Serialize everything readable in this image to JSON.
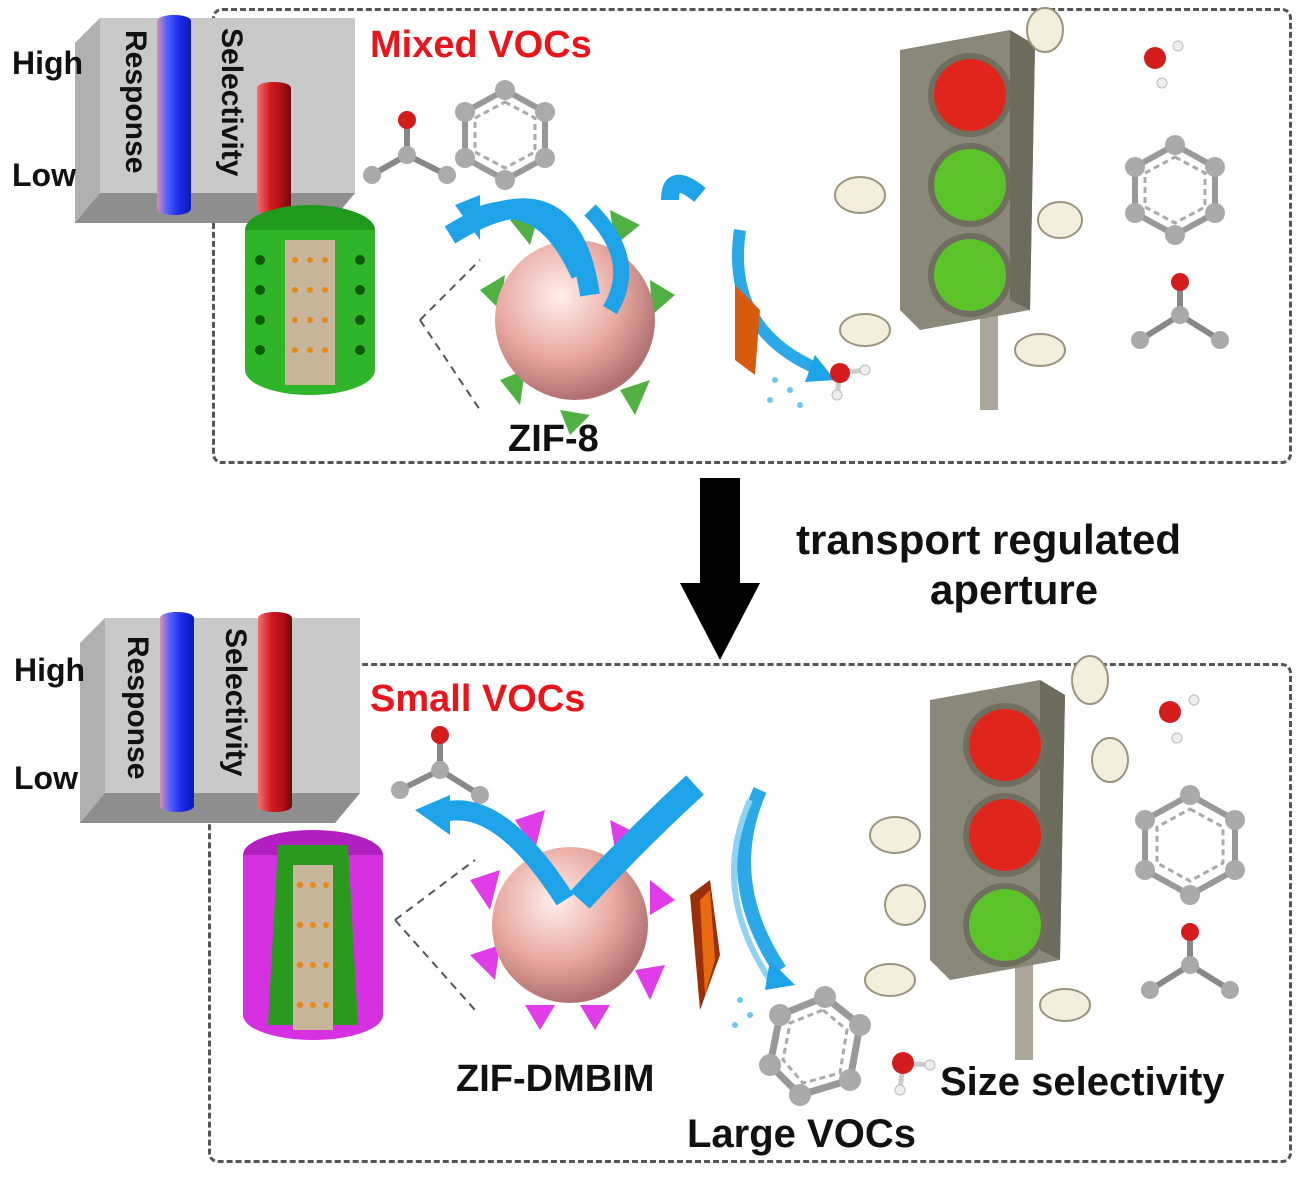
{
  "top_panel": {
    "title": "Mixed VOCs",
    "material_label": "ZIF-8",
    "bar_chart": {
      "axis_high": "High",
      "axis_low": "Low",
      "bars": [
        {
          "name": "Response",
          "level": 0.95,
          "color": "#1f2ee8"
        },
        {
          "name": "Selectivity",
          "level": 0.62,
          "color": "#c0161b"
        }
      ]
    },
    "traffic_light": [
      "red",
      "green",
      "green"
    ]
  },
  "transition": {
    "label_line1": "transport regulated",
    "label_line2": "aperture"
  },
  "bottom_panel": {
    "title": "Small VOCs",
    "material_label": "ZIF-DMBIM",
    "large_vocs_label": "Large VOCs",
    "size_selectivity_label": "Size selectivity",
    "bar_chart": {
      "axis_high": "High",
      "axis_low": "Low",
      "bars": [
        {
          "name": "Response",
          "level": 0.95,
          "color": "#1f2ee8"
        },
        {
          "name": "Selectivity",
          "level": 0.95,
          "color": "#c0161b"
        }
      ]
    },
    "traffic_light": [
      "red",
      "red",
      "green"
    ]
  },
  "colors": {
    "title_red": "#e8161b",
    "arrow_blue": "#1fa3e8",
    "zif8_green": "#2fb52a",
    "dmbim_magenta": "#d531e0"
  }
}
